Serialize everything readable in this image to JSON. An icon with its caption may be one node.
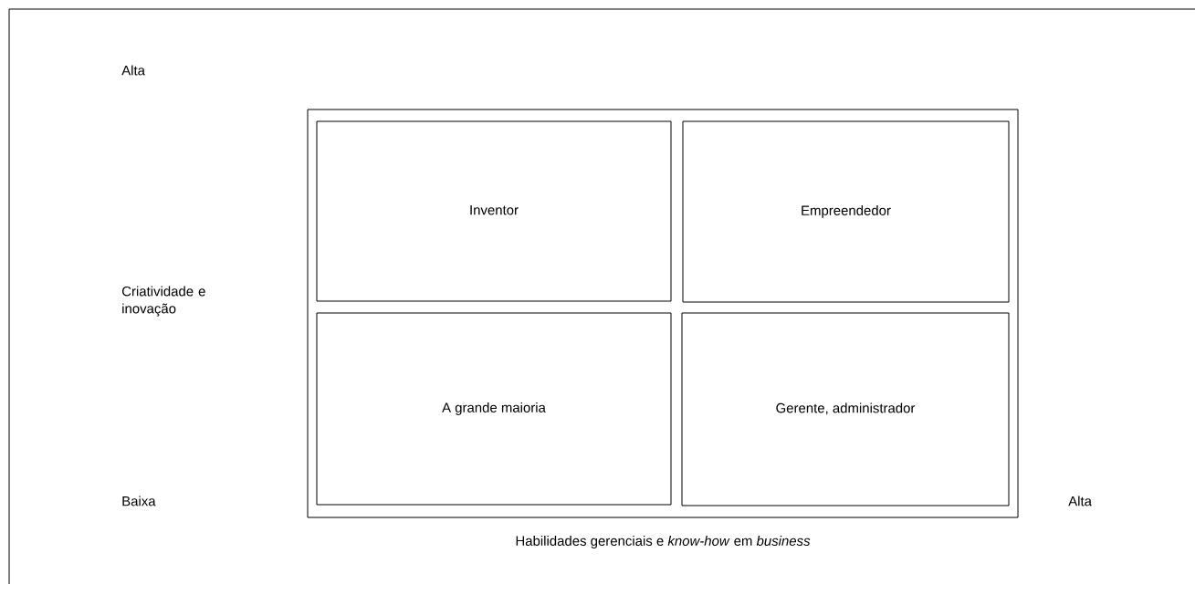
{
  "diagram": {
    "nodes": [
      {
        "text": [],
        "shape": "box"
      },
      {
        "text": [
          "Inventor"
        ],
        "in": 0
      },
      {
        "text": [
          "Empreendedor"
        ],
        "in": 0
      },
      {
        "text": [
          "A grande maioria"
        ],
        "in": 0
      },
      {
        "text": [
          "Gerente, administrador"
        ],
        "in": 0
      }
    ],
    "edges": [],
    "labels": [
      "Alta",
      "Criatividade e inovação",
      "Baixa",
      "Alta",
      "Habilidades gerenciais e *know-how* em *business*"
    ]
  }
}
